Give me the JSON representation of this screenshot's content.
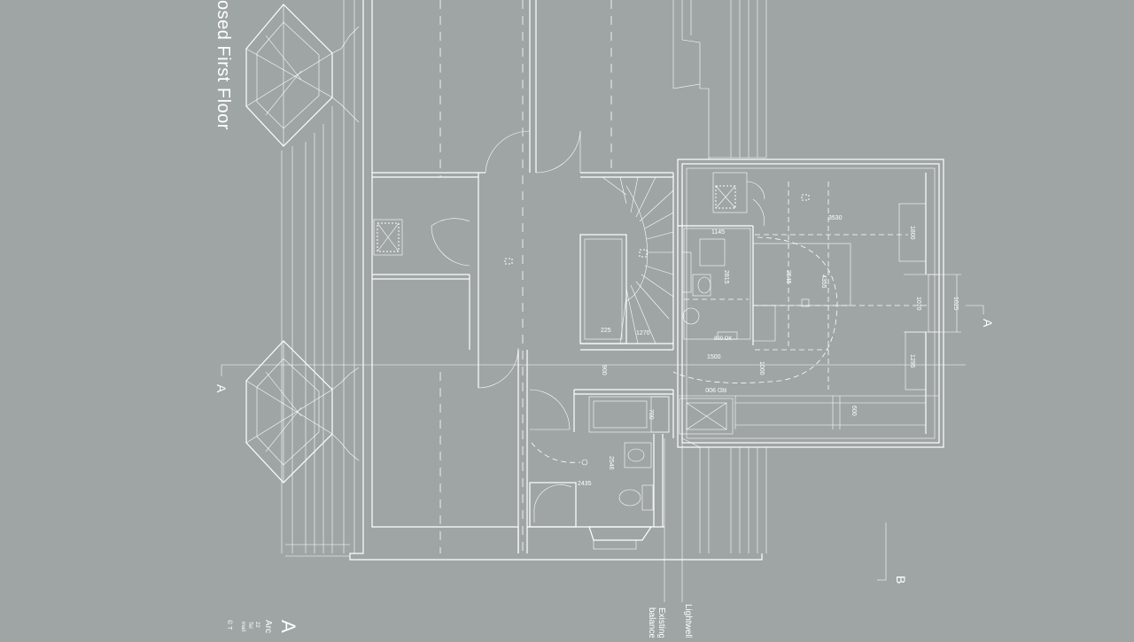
{
  "drawing": {
    "title_fragment": "osed First Floor",
    "section_a_left": "A",
    "section_a_right": "A",
    "section_b": "B",
    "annotations": {
      "lightwell": "Lightwell",
      "existing": "Existing",
      "balance": "balance"
    },
    "title_block_letter": "A",
    "title_block_lines": [
      "Arc",
      "22",
      "Tel",
      "mail",
      "© T"
    ],
    "dimensions": [
      {
        "id": "d3530",
        "text": "3530"
      },
      {
        "id": "d1145",
        "text": "1145"
      },
      {
        "id": "d2815",
        "text": "2815"
      },
      {
        "id": "d2545",
        "text": "2545"
      },
      {
        "id": "d4355",
        "text": "4355"
      },
      {
        "id": "d1070",
        "text": "1070"
      },
      {
        "id": "d1025",
        "text": "1025"
      },
      {
        "id": "d1500",
        "text": "1500"
      },
      {
        "id": "d1270",
        "text": "1270"
      },
      {
        "id": "d225",
        "text": "225"
      },
      {
        "id": "d900",
        "text": "900"
      },
      {
        "id": "d1000",
        "text": "1000"
      },
      {
        "id": "d2435",
        "text": "2435"
      },
      {
        "id": "d2546",
        "text": "2546"
      },
      {
        "id": "d700",
        "text": "700"
      },
      {
        "id": "d1800",
        "text": "1800"
      },
      {
        "id": "d1295",
        "text": "1295"
      },
      {
        "id": "d600",
        "text": "600"
      },
      {
        "id": "d800ok",
        "text": "800 OK"
      },
      {
        "id": "d900r",
        "text": "RD 900"
      }
    ]
  }
}
